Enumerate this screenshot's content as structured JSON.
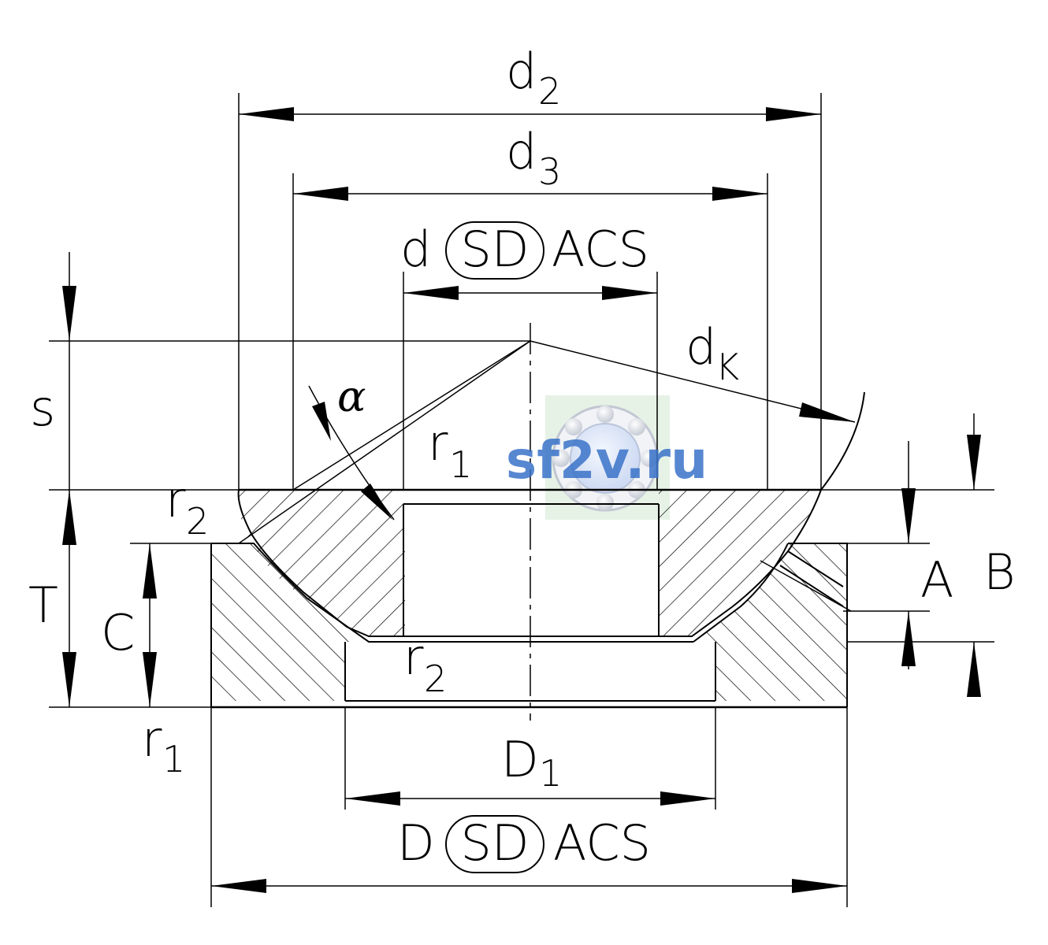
{
  "drawing": {
    "labels": {
      "d2_main": "d",
      "d2_sub": "2",
      "d3_main": "d",
      "d3_sub": "3",
      "d_main": "d",
      "d_badge": "SD",
      "d_suffix": "ACS",
      "dk_main": "d",
      "dk_sub": "K",
      "alpha": "α",
      "s": "s",
      "r1_top_main": "r",
      "r1_top_sub": "1",
      "r2_top_main": "r",
      "r2_top_sub": "2",
      "T": "T",
      "C": "C",
      "r2_bot_main": "r",
      "r2_bot_sub": "2",
      "r1_bot_main": "r",
      "r1_bot_sub": "1",
      "D1_main": "D",
      "D1_sub": "1",
      "Dbig_main": "D",
      "Dbig_badge": "SD",
      "Dbig_suffix": "ACS",
      "A": "A",
      "B": "B"
    },
    "watermark": {
      "text": "sf2v.ru",
      "color": "#3a73c9",
      "icon": "bearing-icon"
    }
  }
}
